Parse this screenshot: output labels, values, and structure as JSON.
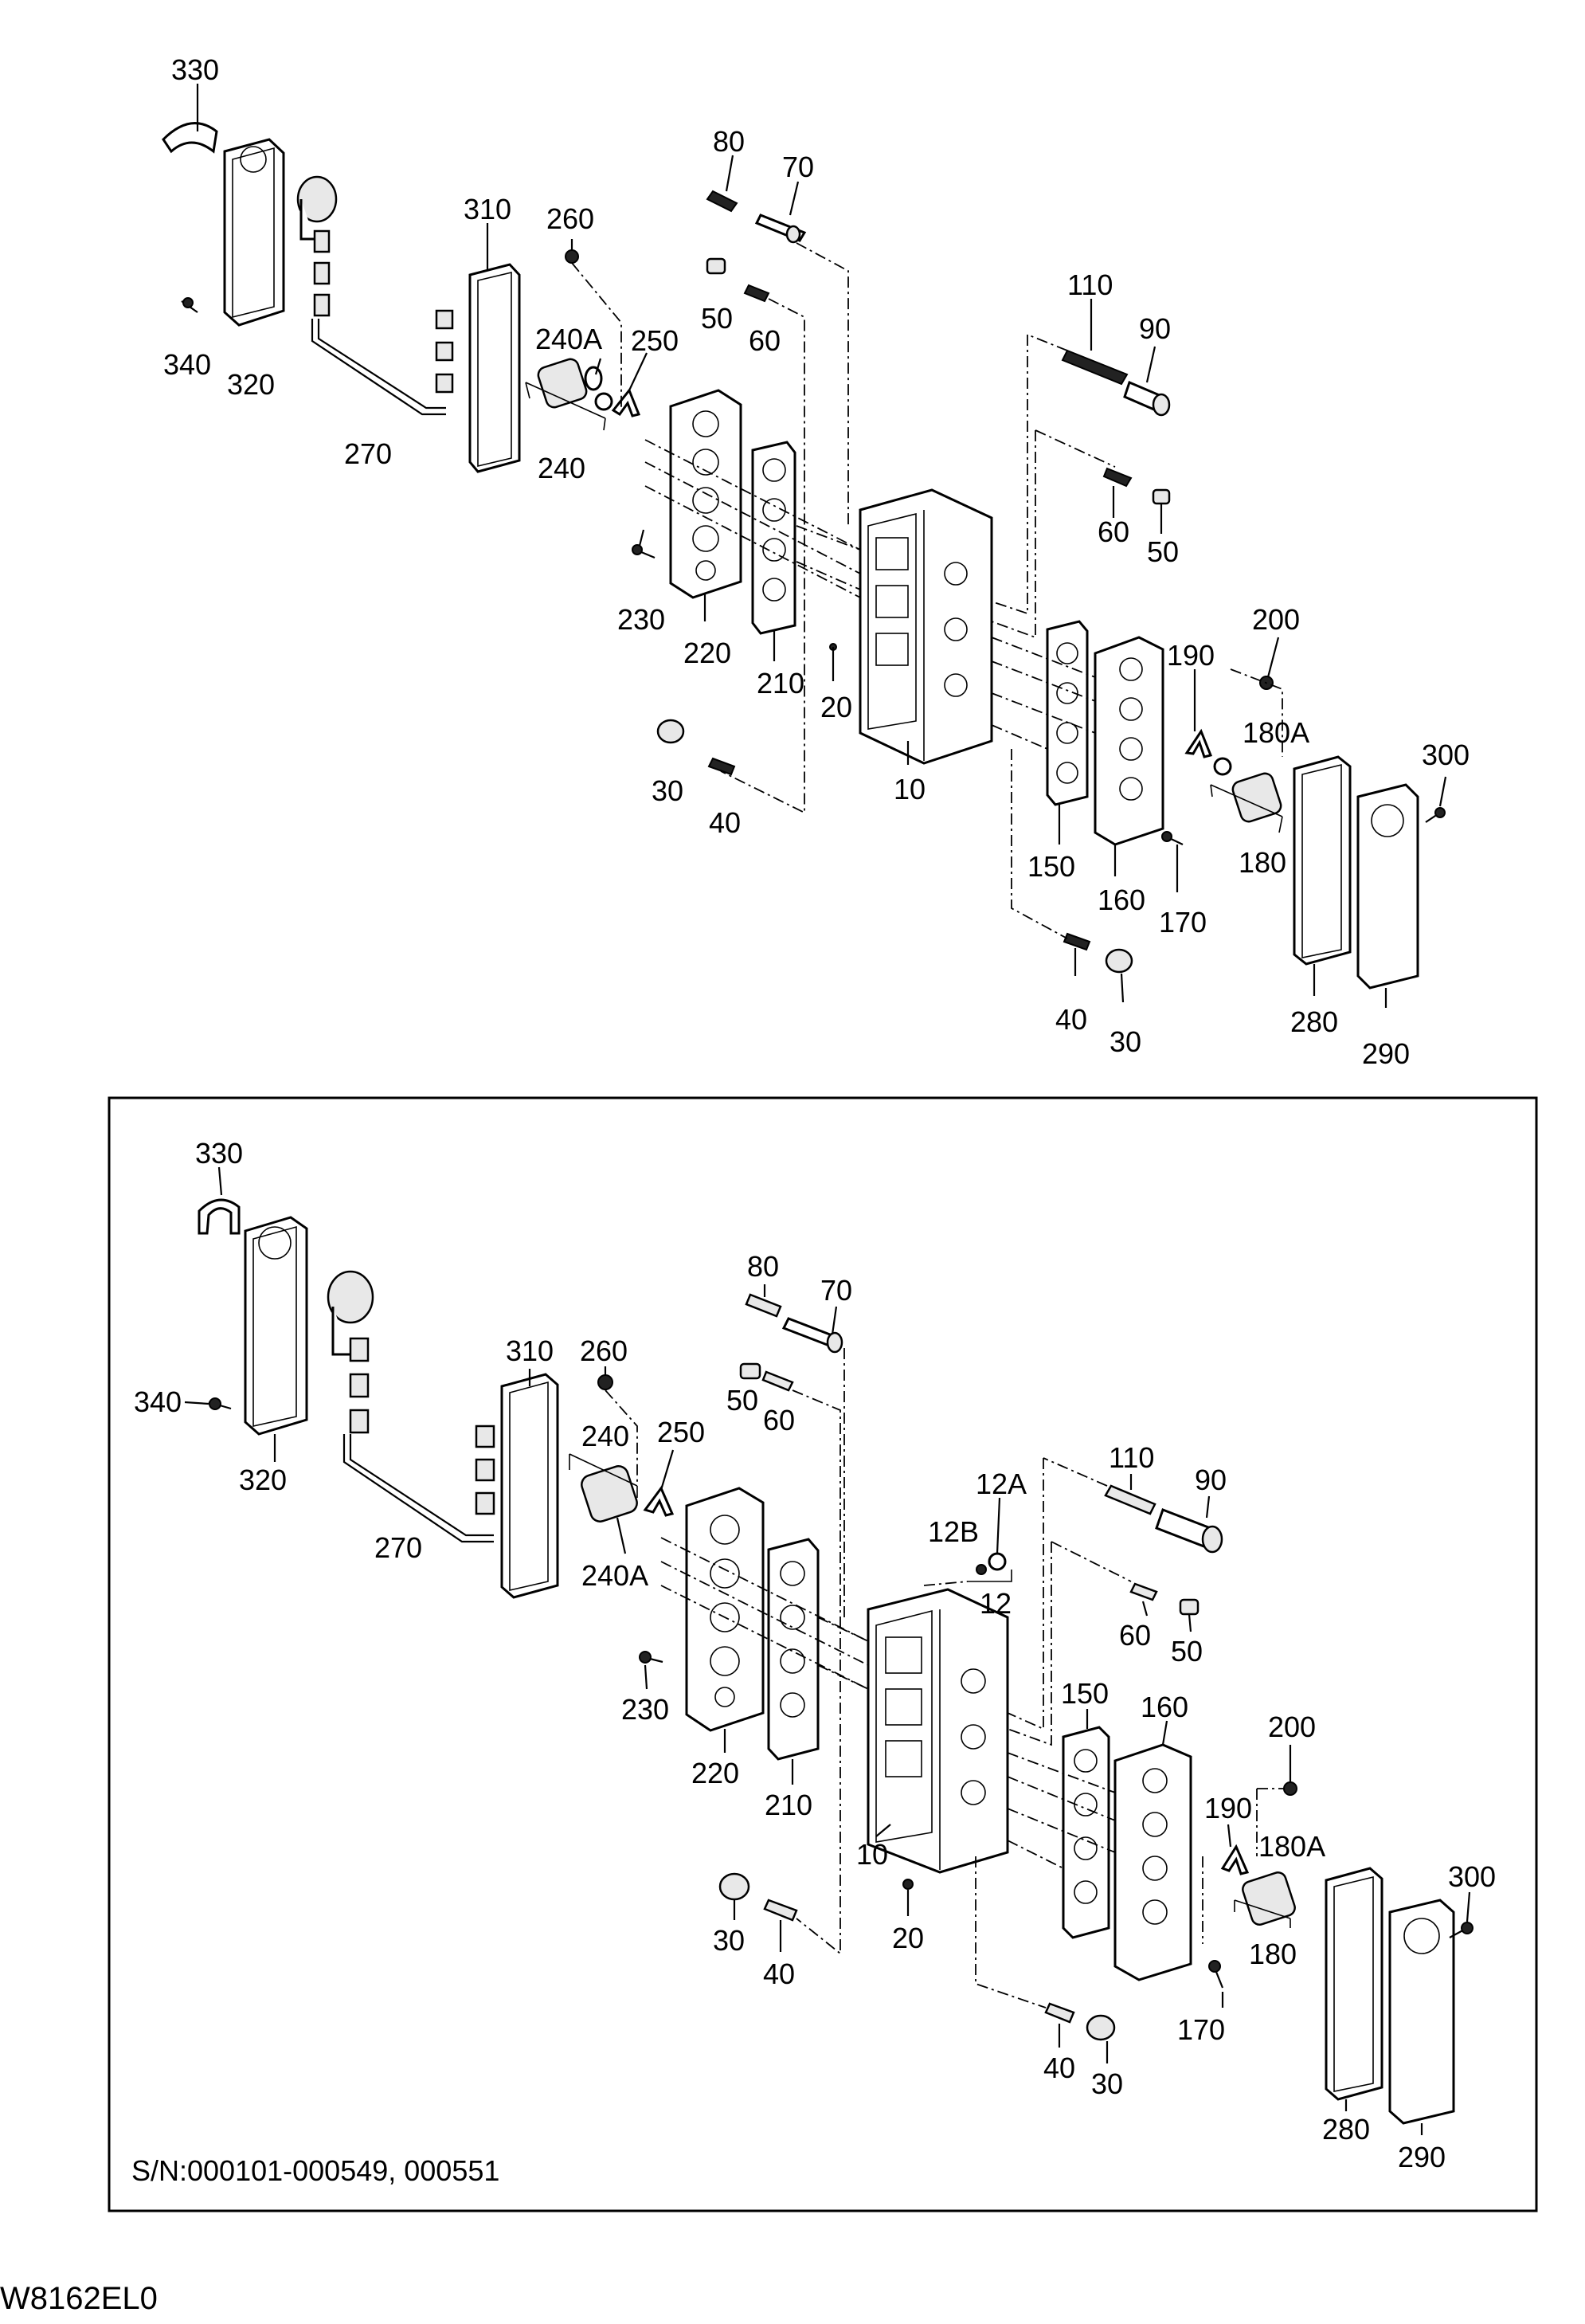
{
  "diagram_code": "W8162EL0",
  "serial_note": "S/N:000101-000549, 000551",
  "top_labels": {
    "l330": "330",
    "l340": "340",
    "l320": "320",
    "l270": "270",
    "l310": "310",
    "l260": "260",
    "l240A": "240A",
    "l250": "250",
    "l240": "240",
    "l80": "80",
    "l70": "70",
    "l50a": "50",
    "l60a": "60",
    "l230": "230",
    "l220": "220",
    "l210": "210",
    "l20": "20",
    "l10": "10",
    "l30a": "30",
    "l40a": "40",
    "l110": "110",
    "l90": "90",
    "l60b": "60",
    "l50b": "50",
    "l200": "200",
    "l190": "190",
    "l180A": "180A",
    "l300": "300",
    "l150": "150",
    "l160": "160",
    "l180": "180",
    "l170": "170",
    "l40b": "40",
    "l30b": "30",
    "l280": "280",
    "l290": "290"
  },
  "bottom_labels": {
    "l330": "330",
    "l340": "340",
    "l320": "320",
    "l270": "270",
    "l310": "310",
    "l260": "260",
    "l240": "240",
    "l250": "250",
    "l240A": "240A",
    "l80": "80",
    "l70": "70",
    "l50a": "50",
    "l60a": "60",
    "l12A": "12A",
    "l12B": "12B",
    "l12": "12",
    "l110": "110",
    "l90": "90",
    "l60b": "60",
    "l50b": "50",
    "l230": "230",
    "l220": "220",
    "l210": "210",
    "l10": "10",
    "l150": "150",
    "l160": "160",
    "l200": "200",
    "l190": "190",
    "l180A": "180A",
    "l300": "300",
    "l180": "180",
    "l30a": "30",
    "l40a": "40",
    "l20": "20",
    "l170": "170",
    "l40b": "40",
    "l30b": "30",
    "l280": "280",
    "l290": "290"
  },
  "icons": [
    "valve-body-icon",
    "gasket-icon",
    "cover-plate-icon",
    "spring-icon",
    "spool-icon",
    "solenoid-icon",
    "bolt-icon",
    "harness-icon"
  ]
}
